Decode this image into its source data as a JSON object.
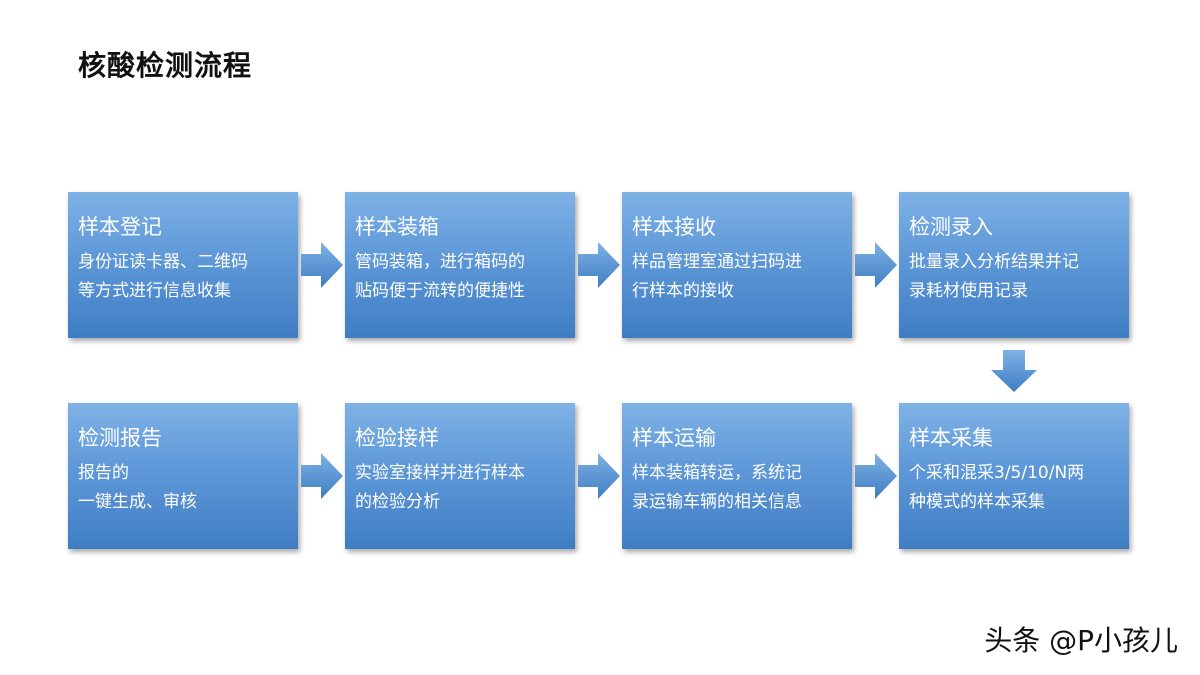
{
  "page": {
    "title": "核酸检测流程"
  },
  "steps": [
    {
      "title": "样本登记",
      "desc": "身份证读卡器、二维码\n等方式进行信息收集"
    },
    {
      "title": "样本装箱",
      "desc": "管码装箱，进行箱码的\n贴码便于流转的便捷性"
    },
    {
      "title": "样本接收",
      "desc": "样品管理室通过扫码进\n行样本的接收"
    },
    {
      "title": "检测录入",
      "desc": "批量录入分析结果并记\n录耗材使用记录"
    },
    {
      "title": "样本采集",
      "desc": "个采和混采3/5/10/N两\n种模式的样本采集"
    },
    {
      "title": "样本运输",
      "desc": "样本装箱转运，系统记\n录运输车辆的相关信息"
    },
    {
      "title": "检验接样",
      "desc": "实验室接样并进行样本\n的检验分析"
    },
    {
      "title": "检测报告",
      "desc": "报告的\n一键生成、审核"
    }
  ],
  "watermark": "头条 @P小孩儿",
  "colors": {
    "box_top": "#7fb2e6",
    "box_bottom": "#3f7dc3",
    "arrow": "#5b9bd5"
  }
}
